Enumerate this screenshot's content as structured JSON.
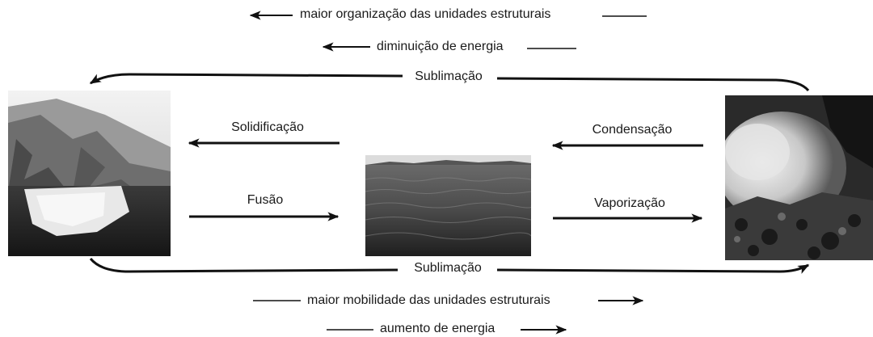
{
  "top": {
    "organization": "maior organização das unidades estruturais",
    "energy_decrease": "diminuição de energia"
  },
  "bottom": {
    "mobility": "maior mobilidade das unidades estruturais",
    "energy_increase": "aumento de energia"
  },
  "transitions": {
    "sublimation_top": "Sublimação",
    "sublimation_bottom": "Sublimação",
    "solidification": "Solidificação",
    "fusion": "Fusão",
    "condensation": "Condensação",
    "vaporization": "Vaporização"
  },
  "colors": {
    "arrow": "#111111",
    "accent_blue": "#2c3e9e"
  }
}
